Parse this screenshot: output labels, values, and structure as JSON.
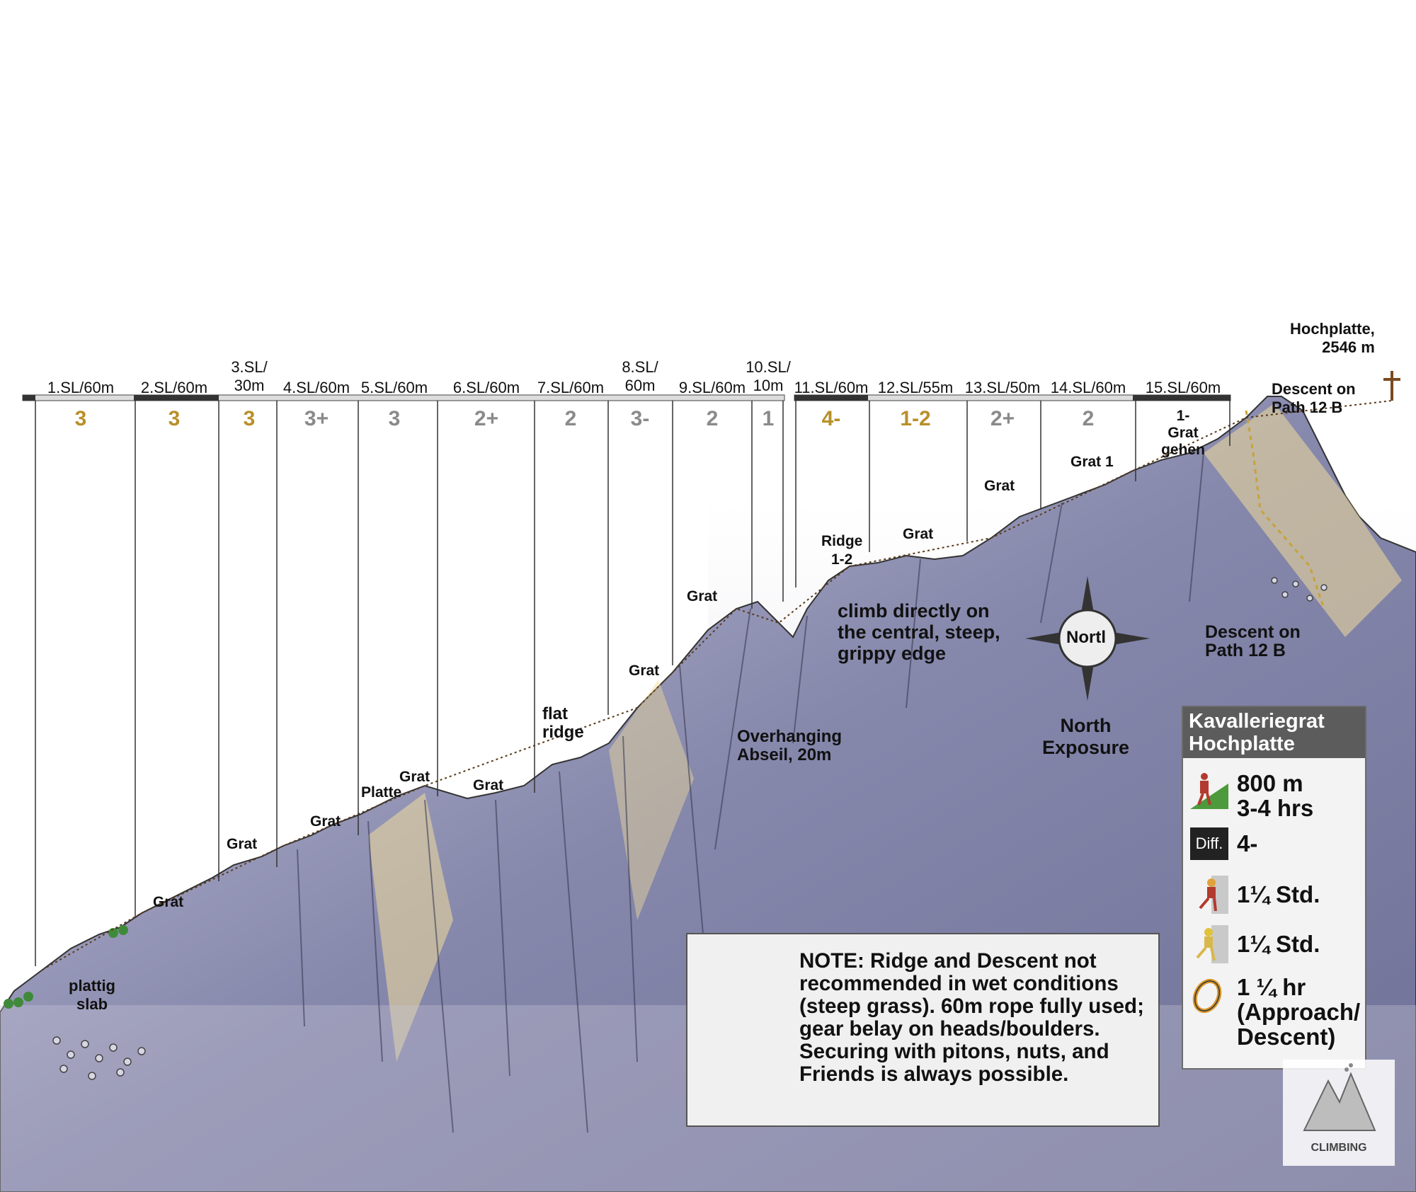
{
  "pitches": [
    {
      "label": "1.SL/60m",
      "grade": "3",
      "accent": true
    },
    {
      "label": "2.SL/60m",
      "grade": "3",
      "accent": true
    },
    {
      "label": "3.SL/\n30m",
      "grade": "3",
      "accent": true
    },
    {
      "label": "4.SL/60m",
      "grade": "3+",
      "accent": false
    },
    {
      "label": "5.SL/60m",
      "grade": "3",
      "accent": false
    },
    {
      "label": "6.SL/60m",
      "grade": "2+",
      "accent": false
    },
    {
      "label": "7.SL/60m",
      "grade": "2",
      "accent": false
    },
    {
      "label": "8.SL/\n60m",
      "grade": "3-",
      "accent": false
    },
    {
      "label": "9.SL/60m",
      "grade": "2",
      "accent": false
    },
    {
      "label": "10.SL/\n10m",
      "grade": "1",
      "accent": false
    },
    {
      "label": "11.SL/60m",
      "grade": "4-",
      "accent": true
    },
    {
      "label": "12.SL/55m",
      "grade": "1-2",
      "accent": true
    },
    {
      "label": "13.SL/50m",
      "grade": "2+",
      "accent": false
    },
    {
      "label": "14.SL/60m",
      "grade": "2",
      "accent": false
    },
    {
      "label": "15.SL/60m",
      "grade": "1-\nGrat\ngehen",
      "accent": false
    }
  ],
  "summit": {
    "name": "Hochplatte,\n2546 m"
  },
  "descent_top": "Descent on\nPath 12 B",
  "descent_bottom": "Descent on\nPath 12 B",
  "route_labels": {
    "plattig": "plattig\nslab",
    "flat_ridge": "flat\nridge",
    "platte": "Platte",
    "overhang": "Overhanging\nAbseil, 20m",
    "climb_direct": "climb directly on\nthe central, steep,\ngrippy edge",
    "ridge": "Ridge\n1-2",
    "grat": "Grat",
    "grat_1": "Grat 1"
  },
  "compass": {
    "label": "Nortl",
    "caption": "North\nExposure"
  },
  "legend": {
    "title": "Kavalleriegrat\nHochplatte",
    "elevation": "800 m\n3-4 hrs",
    "diff_badge": "Diff.",
    "difficulty": "4-",
    "ascent_time": "1¼ Std.",
    "descent_time": "1¼ Std.",
    "approach": "1 ¼ hr\n(Approach/\nDescent)"
  },
  "note": "NOTE: Ridge and Descent not recommended in wet conditions (steep grass). 60m rope fully used; gear belay on heads/boulders. Securing with pitons, nuts, and Friends is always possible.",
  "logo": {
    "text": "CLIMBING"
  },
  "colors": {
    "accent_grade": "#b8902a",
    "grey_grade": "#8a8a8a",
    "rock": "#8d8fb0",
    "sun": "#f0dc9a"
  }
}
